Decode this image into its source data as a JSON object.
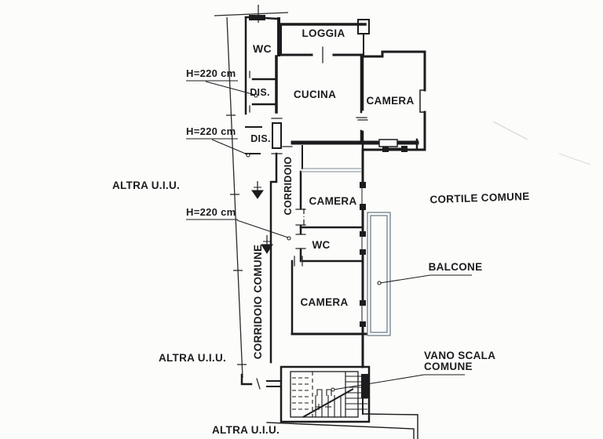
{
  "colors": {
    "ink": "#1c1c1e",
    "wall_gray": "#7e8c9a",
    "paper": "#fcfcfa"
  },
  "rooms": {
    "wc_top": "WC",
    "loggia": "LOGGIA",
    "cucina": "CUCINA",
    "camera_top": "CAMERA",
    "dis_upper": "DIS.",
    "dis_lower": "DIS.",
    "corridoio": "CORRIDOIO",
    "camera_mid": "CAMERA",
    "wc_mid": "WC",
    "camera_bottom": "CAMERA",
    "corridoio_comune": "CORRIDOIO COMUNE"
  },
  "annotations": {
    "height_1": "H=220 cm",
    "height_2": "H=220 cm",
    "height_3": "H=220 cm",
    "altra_uiu_left": "ALTRA U.I.U.",
    "altra_uiu_bottom_left": "ALTRA U.I.U.",
    "altra_uiu_bottom_center": "ALTRA U.I.U.",
    "cortile_comune": "CORTILE COMUNE",
    "balcone": "BALCONE",
    "vano_scala_line1": "VANO SCALA",
    "vano_scala_line2": "COMUNE"
  }
}
